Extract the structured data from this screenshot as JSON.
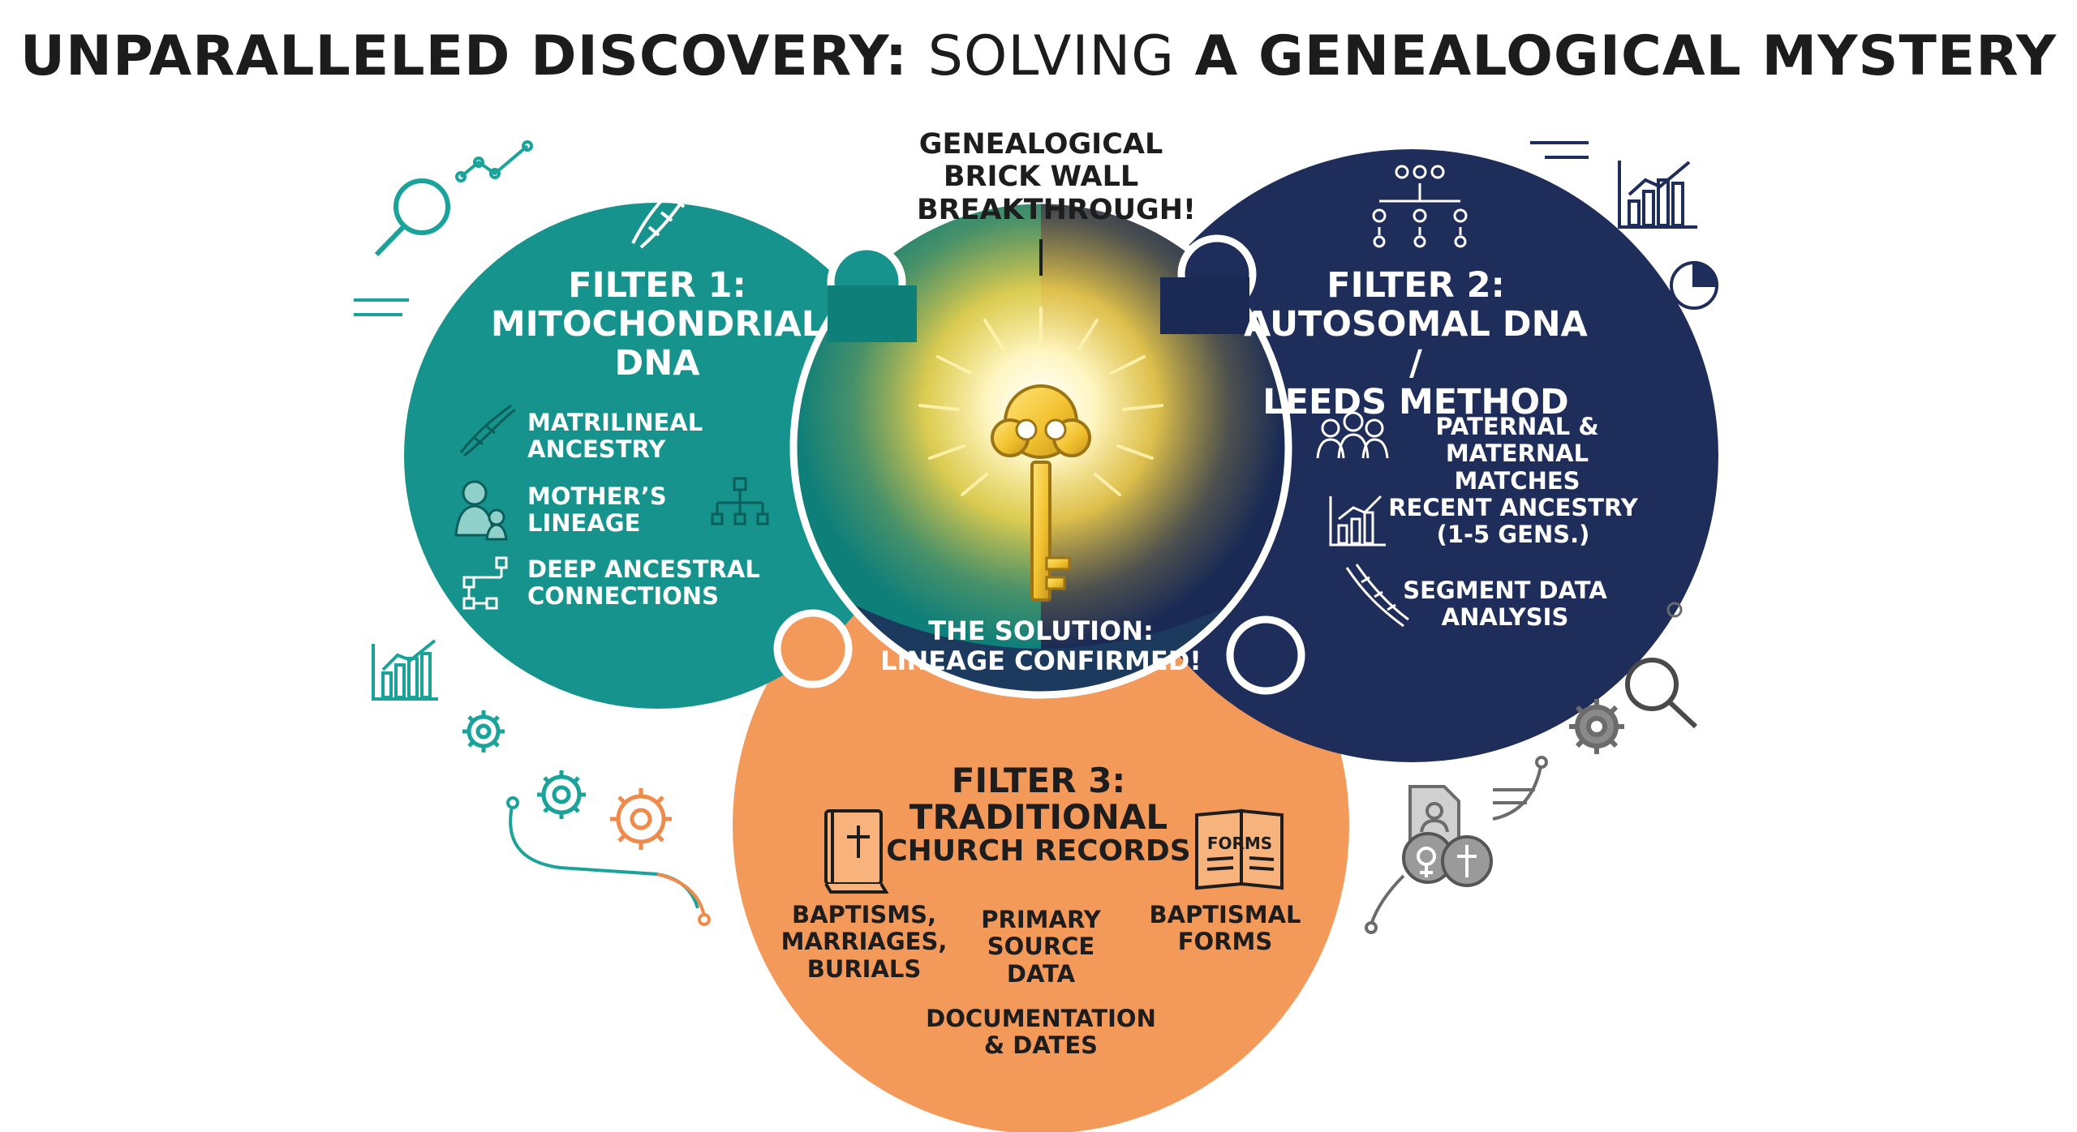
{
  "title": {
    "part1": "UNPARALLELED DISCOVERY:",
    "part2": "SOLVING",
    "part3": "A GENEALOGICAL MYSTERY"
  },
  "center": {
    "top_line1": "GENEALOGICAL",
    "top_line2": "BRICK WALL",
    "top_line3": "BREAKTHROUGH!",
    "bottom_line1": "THE SOLUTION:",
    "bottom_line2": "LINEAGE CONFIRMED!"
  },
  "filter1": {
    "heading_line1": "FILTER 1:",
    "heading_line2": "MITOCHONDRIAL",
    "heading_line3": "DNA",
    "items": [
      {
        "line1": "MATRILINEAL",
        "line2": "ANCESTRY",
        "icon": "dna-icon"
      },
      {
        "line1": "MOTHER’S",
        "line2": "LINEAGE",
        "icon": "mother-child-icon"
      },
      {
        "line1": "DEEP ANCESTRAL",
        "line2": "CONNECTIONS",
        "icon": "tree-icon"
      }
    ],
    "color": "#15938c"
  },
  "filter2": {
    "heading_line1": "FILTER 2:",
    "heading_line2": "AUTOSOMAL DNA /",
    "heading_line3": "LEEDS METHOD",
    "items": [
      {
        "line1": "PATERNAL &",
        "line2": "MATERNAL MATCHES",
        "icon": "people-icon"
      },
      {
        "line1": "RECENT ANCESTRY",
        "line2": "(1-5 GENS.)",
        "icon": "bar-chart-icon"
      },
      {
        "line1": "SEGMENT DATA",
        "line2": "ANALYSIS",
        "icon": "dna-icon"
      }
    ],
    "color": "#1f2d5a"
  },
  "filter3": {
    "heading_line1": "FILTER 3:",
    "heading_line2": "TRADITIONAL",
    "heading_line3": "CHURCH RECORDS",
    "items": [
      {
        "line1": "BAPTISMS,",
        "line2": "MARRIAGES,",
        "line3": "BURIALS"
      },
      {
        "line1": "PRIMARY",
        "line2": "SOURCE",
        "line3": "DATA"
      },
      {
        "line1": "BAPTISMAL",
        "line2": "FORMS"
      },
      {
        "line1": "DOCUMENTATION",
        "line2": "& DATES"
      }
    ],
    "forms_label": "FORMS",
    "color": "#f3995a"
  },
  "colors": {
    "teal": "#15938c",
    "navy": "#1f2d5a",
    "orange": "#f3995a",
    "gold": "#f2c230",
    "accent_teal": "#1aa39a",
    "accent_orange": "#f08a4b",
    "gray": "#6b6b6b"
  }
}
